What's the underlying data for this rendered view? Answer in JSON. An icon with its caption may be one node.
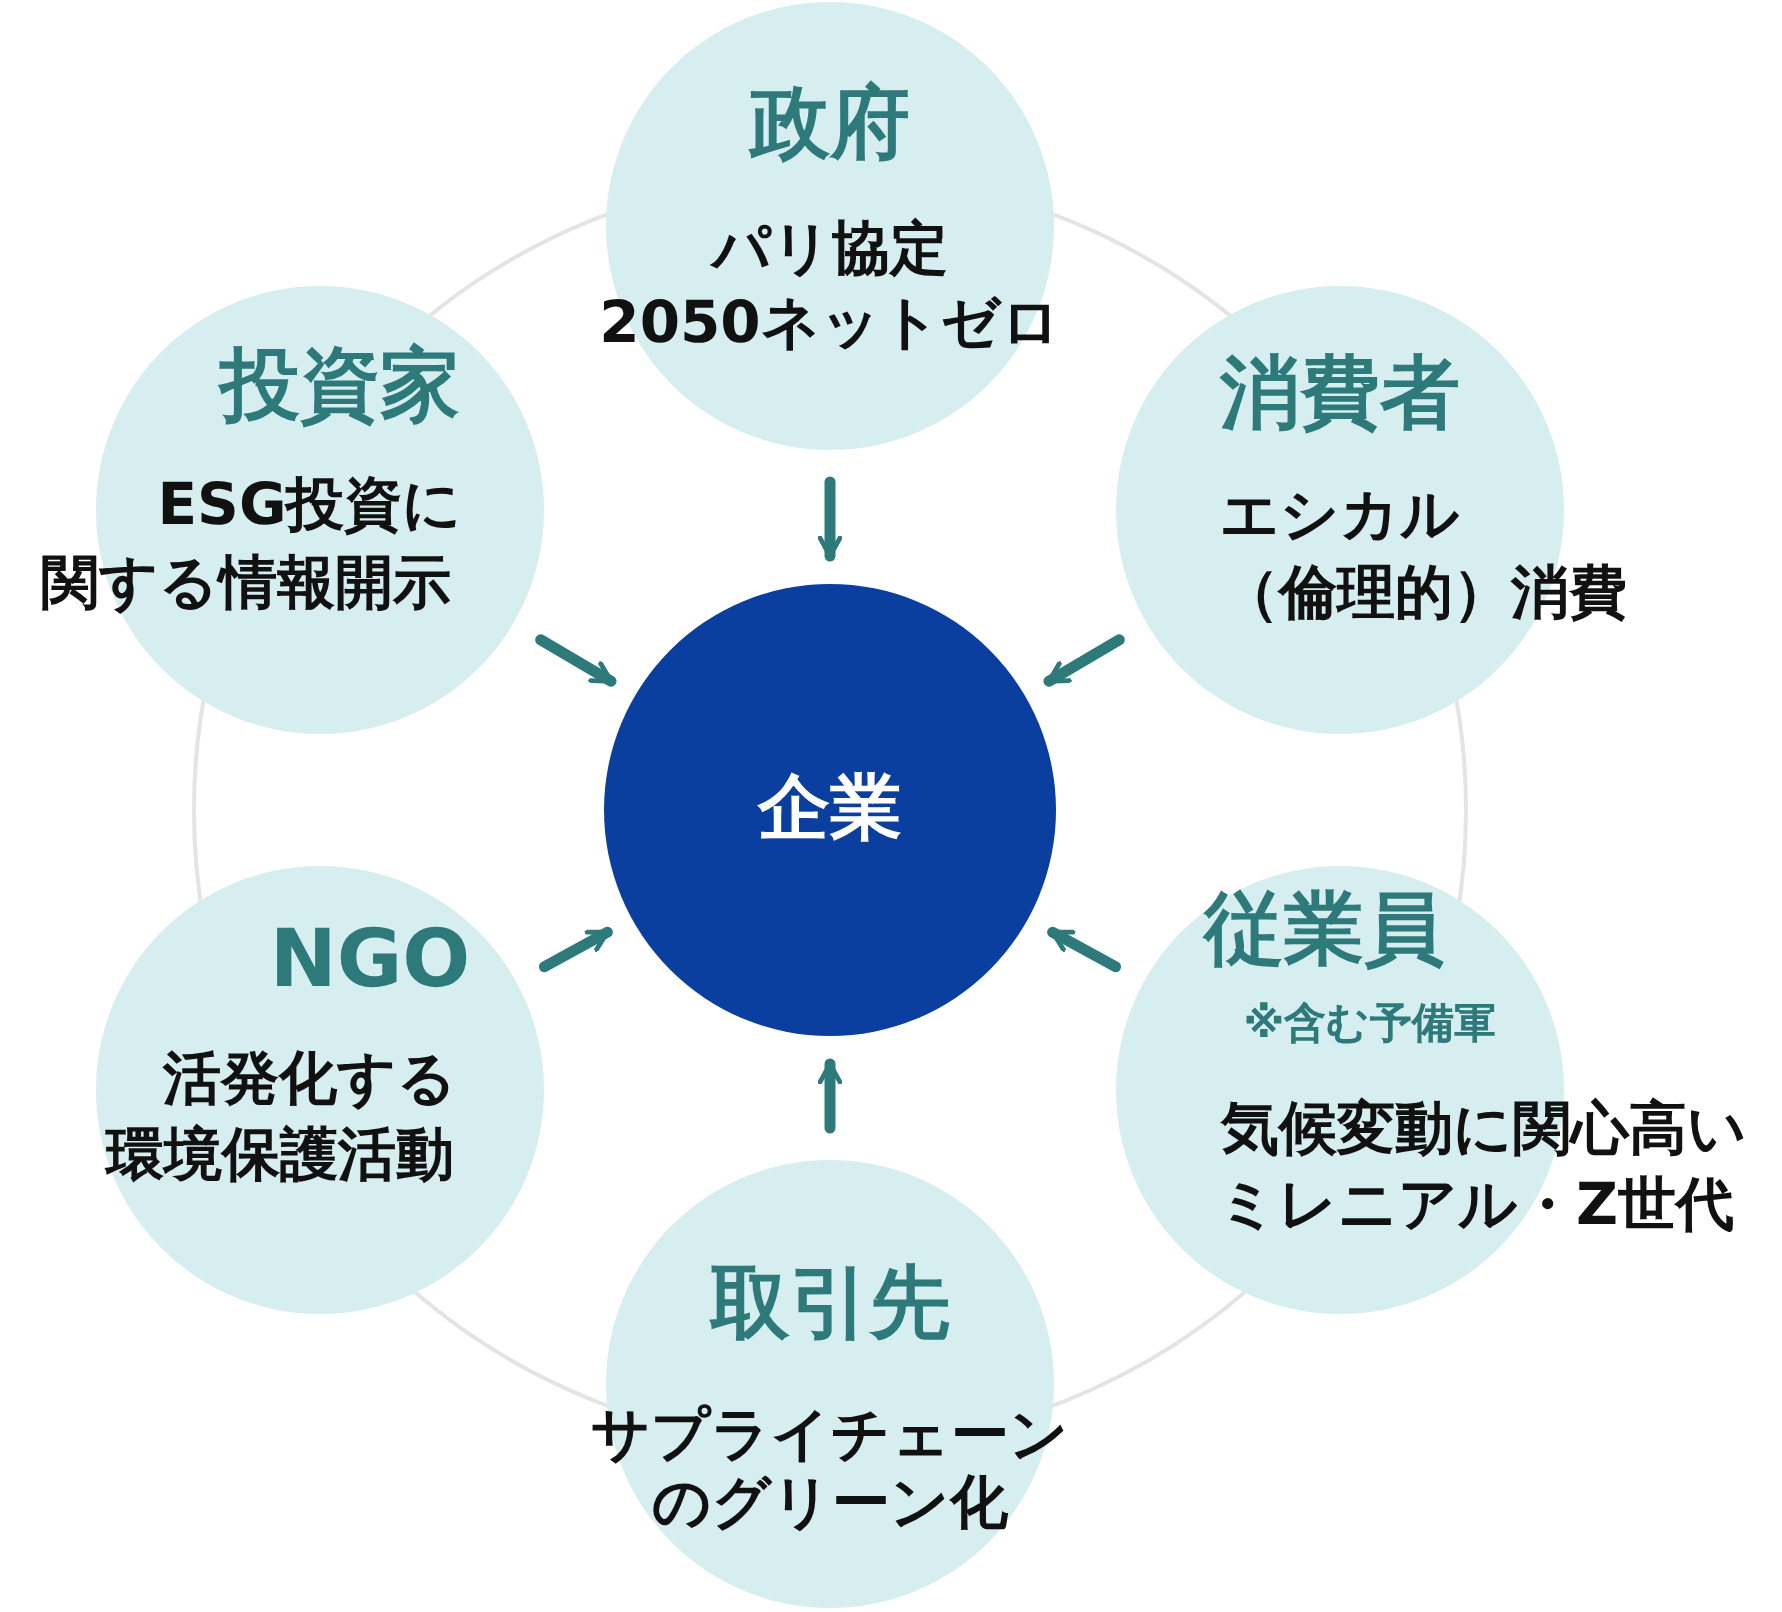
{
  "diagram": {
    "nodes": [
      {
        "text": [
          "政府",
          "パリ協定",
          "2050ネットゼロ"
        ]
      },
      {
        "text": [
          "投資家",
          "ESG投資に",
          "関する情報開示"
        ]
      },
      {
        "text": [
          "消費者",
          "エシカル",
          "（倫理的）消費"
        ]
      },
      {
        "text": [
          "企業"
        ]
      },
      {
        "text": [
          "NGO",
          "活発化する",
          "環境保護活動"
        ]
      },
      {
        "text": [
          "従業員",
          "※含む予備軍",
          "気候変動に関心高い",
          "ミレニアル・Z世代"
        ]
      },
      {
        "text": [
          "取引先",
          "サプライチェーン",
          "のグリーン化"
        ]
      }
    ],
    "edges": [
      {
        "from": 0,
        "to": 3,
        "arrow": "to"
      },
      {
        "from": 1,
        "to": 3,
        "arrow": "to"
      },
      {
        "from": 2,
        "to": 3,
        "arrow": "to"
      },
      {
        "from": 4,
        "to": 3,
        "arrow": "to"
      },
      {
        "from": 5,
        "to": 3,
        "arrow": "to"
      },
      {
        "from": 6,
        "to": 3,
        "arrow": "to"
      }
    ]
  }
}
